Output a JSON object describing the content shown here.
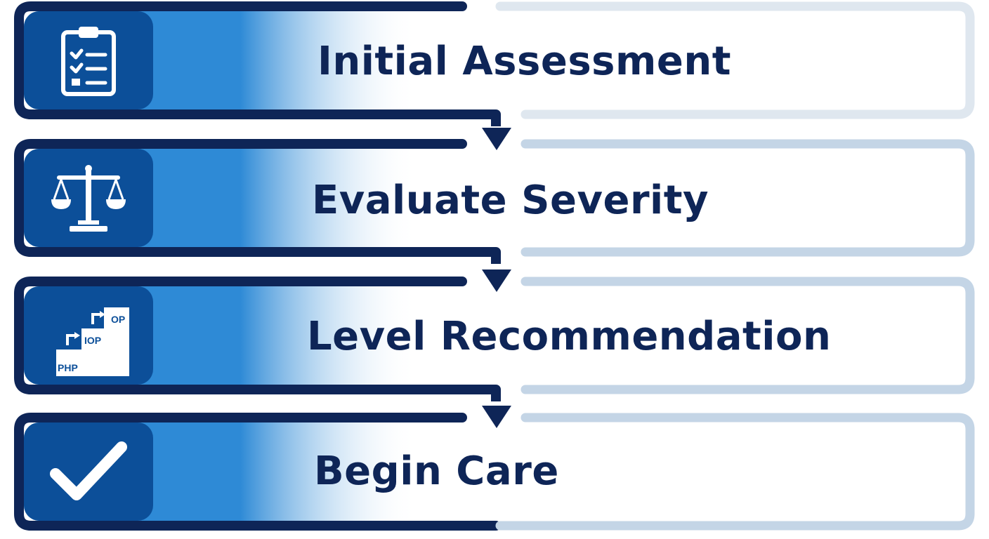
{
  "steps": [
    {
      "label": "Initial Assessment",
      "icon": "clipboard-checklist-icon"
    },
    {
      "label": "Evaluate Severity",
      "icon": "balance-scale-icon"
    },
    {
      "label": "Level Recommendation",
      "icon": "stair-steps-levels-icon",
      "icon_labels": {
        "low": "PHP",
        "mid": "IOP",
        "high": "OP"
      }
    },
    {
      "label": "Begin Care",
      "icon": "checkmark-icon"
    }
  ],
  "colors": {
    "navy": "#0e2557",
    "blue_dark": "#0c4f99",
    "blue_mid": "#2e8ad6",
    "outline_light": "#c4d5e6"
  }
}
